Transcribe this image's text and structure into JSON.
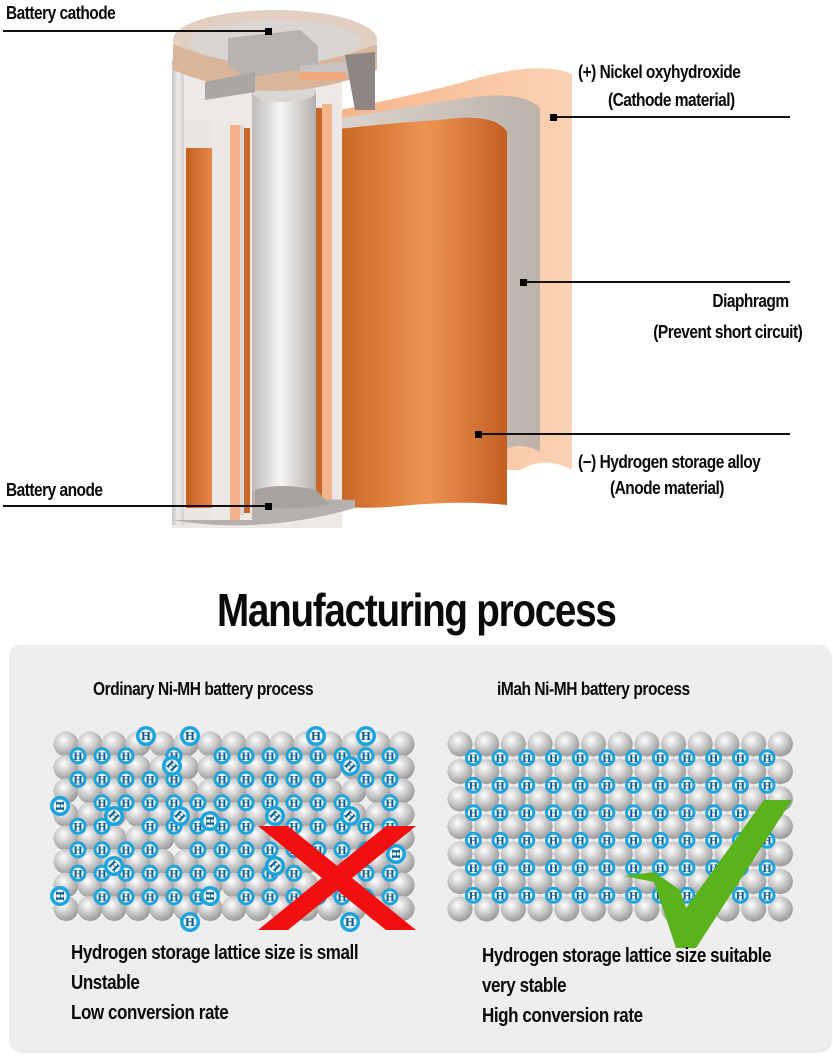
{
  "diagram": {
    "labels": {
      "battery_cathode": "Battery cathode",
      "battery_anode": "Battery anode",
      "cathode_material_line1": "(+) Nickel oxyhydroxide",
      "cathode_material_line2": "(Cathode material)",
      "diaphragm_line1": "Diaphragm",
      "diaphragm_line2": "(Prevent short circuit)",
      "anode_material_line1": "(−)  Hydrogen storage alloy",
      "anode_material_line2": "(Anode material)"
    },
    "colors": {
      "orange_dark": "#c8662a",
      "orange_mid": "#e8894b",
      "orange_light": "#f7c4a0",
      "silver": "#d9d6d4",
      "diaphragm_gray": "#cfc6bf"
    }
  },
  "manufacturing": {
    "title": "Manufacturing process",
    "ordinary": {
      "title": "Ordinary Ni-MH battery process",
      "atom_symbol": "H",
      "verdict_icon": "red-x",
      "verdict_color": "#f20f0f",
      "captions": [
        "Hydrogen storage lattice size is small",
        "Unstable",
        "Low conversion rate"
      ]
    },
    "imah": {
      "title": "iMah Ni-MH battery process",
      "atom_symbol": "H",
      "verdict_icon": "green-check",
      "verdict_color": "#5bb31c",
      "captions": [
        "Hydrogen storage lattice size suitable",
        "very stable",
        "High conversion rate"
      ]
    },
    "colors": {
      "panel_bg": "#eeeeee",
      "hydrogen_blue": "#1ea4dc",
      "metal_gray": "#b9b9b9"
    }
  }
}
